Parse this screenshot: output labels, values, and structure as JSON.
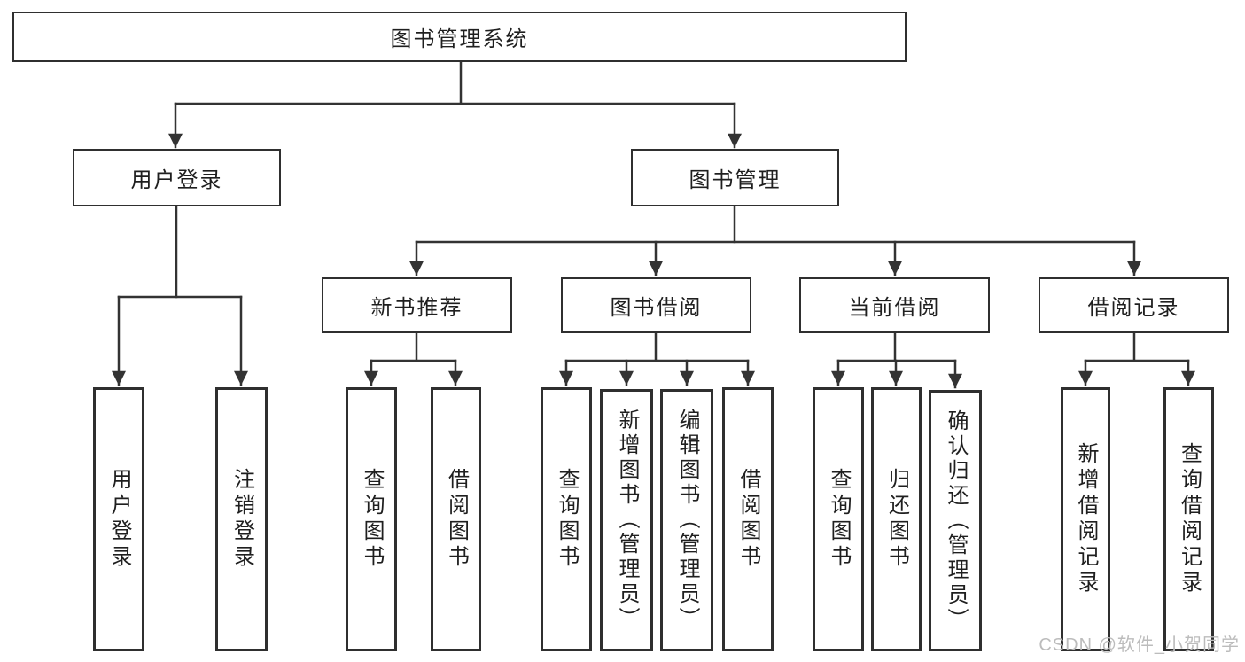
{
  "diagram": {
    "root": {
      "label": "图书管理系统"
    },
    "level1": [
      {
        "label": "用户登录"
      },
      {
        "label": "图书管理"
      }
    ],
    "level2": [
      {
        "label": "新书推荐"
      },
      {
        "label": "图书借阅"
      },
      {
        "label": "当前借阅"
      },
      {
        "label": "借阅记录"
      }
    ],
    "leaves": {
      "user_login": [
        {
          "label": "用户登录"
        },
        {
          "label": "注销登录"
        }
      ],
      "new_book_rec": [
        {
          "label": "查询图书"
        },
        {
          "label": "借阅图书"
        }
      ],
      "book_borrow": [
        {
          "label": "查询图书"
        },
        {
          "label": "新增图书（管理员）"
        },
        {
          "label": "编辑图书（管理员）"
        },
        {
          "label": "借阅图书"
        }
      ],
      "current_borrow": [
        {
          "label": "查询图书"
        },
        {
          "label": "归还图书"
        },
        {
          "label": "确认归还（管理员）"
        }
      ],
      "borrow_records": [
        {
          "label": "新增借阅记录"
        },
        {
          "label": "查询借阅记录"
        }
      ]
    }
  },
  "watermark": {
    "text": "CSDN @软件_小贺同学"
  },
  "colors": {
    "line": "#333333",
    "box_border": "#2f2f2f",
    "text": "#1f1f1f",
    "watermark": "#bcbcbc",
    "background": "#ffffff"
  }
}
